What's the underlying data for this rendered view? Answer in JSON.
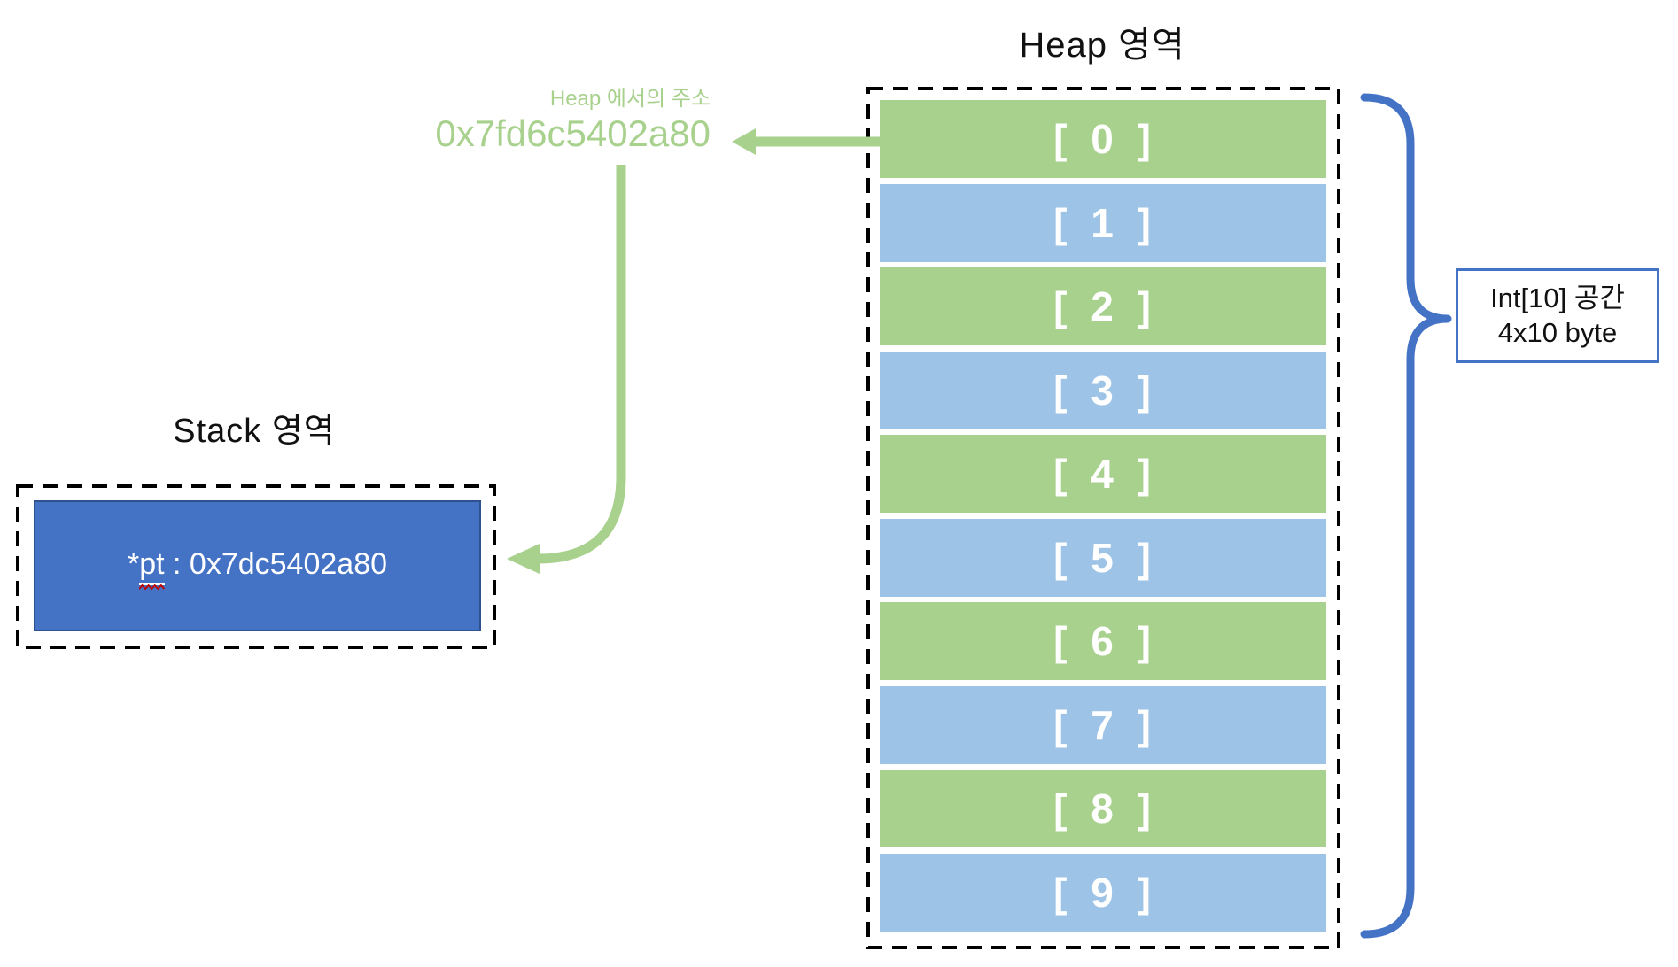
{
  "heap": {
    "title": "Heap 영역",
    "rows": [
      {
        "label": "[ 0 ]",
        "color": "green"
      },
      {
        "label": "[ 1 ]",
        "color": "blue"
      },
      {
        "label": "[ 2 ]",
        "color": "green"
      },
      {
        "label": "[ 3 ]",
        "color": "blue"
      },
      {
        "label": "[ 4 ]",
        "color": "green"
      },
      {
        "label": "[ 5 ]",
        "color": "blue"
      },
      {
        "label": "[ 6 ]",
        "color": "green"
      },
      {
        "label": "[ 7 ]",
        "color": "blue"
      },
      {
        "label": "[ 8 ]",
        "color": "green"
      },
      {
        "label": "[ 9 ]",
        "color": "blue"
      }
    ],
    "row_colors": {
      "green": "#A9D18E",
      "blue": "#9DC3E6"
    }
  },
  "heap_address_callout": {
    "caption": "Heap 에서의 주소",
    "address": "0x7fd6c5402a80",
    "color": "#A9D18E"
  },
  "stack": {
    "title": "Stack 영역",
    "pointer_prefix": "*",
    "pointer_name": "pt",
    "pointer_rest": " : 0x7dc5402a80",
    "box_color": "#4472C4"
  },
  "size_label": {
    "line1": "Int[10] 공간",
    "line2": "4x10 byte",
    "border_color": "#4472C4"
  },
  "brace_color": "#4472C4",
  "dashed_border_color": "#000000",
  "squiggle_color": "#C00000"
}
